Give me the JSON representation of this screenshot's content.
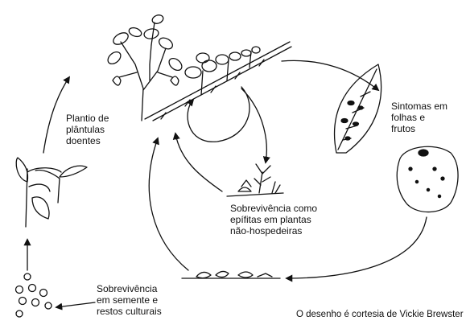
{
  "labels": {
    "planting": "Plantio de\nplântulas\ndoentes",
    "symptoms": "Sintomas em\nfolhas e\nfrutos",
    "epiphytes": "Sobrevivência como\nepífitas em plantas\nnão-hospedeiras",
    "seed_debris": "Sobrevivência\nem semente e\nrestos culturais",
    "credit": "O desenho é cortesia de Vickie Brewster"
  },
  "colors": {
    "ink": "#111111",
    "background": "#ffffff"
  }
}
